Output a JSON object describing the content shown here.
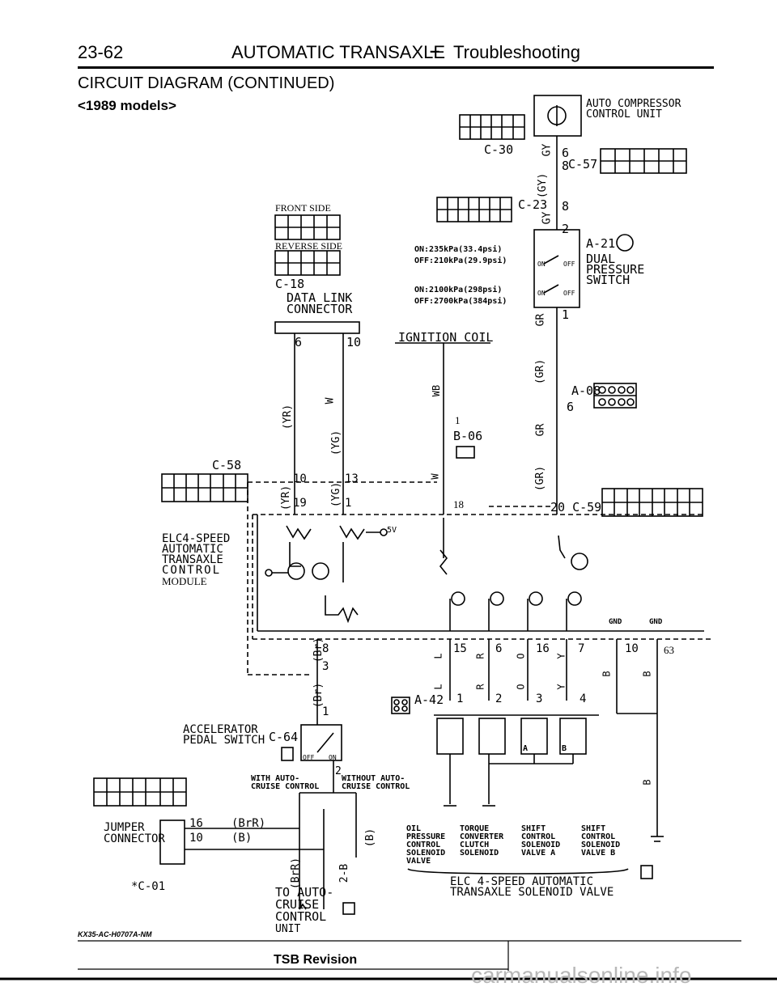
{
  "header": {
    "page_number": "23-62",
    "section": "AUTOMATIC TRANSAXLE",
    "dash": "–",
    "topic": "Troubleshooting"
  },
  "diagram_title": "CIRCUIT DIAGRAM (CONTINUED)",
  "model_note": "<1989 models>",
  "components": {
    "auto_compressor": [
      "AUTO COMPRESSOR",
      "CONTROL UNIT"
    ],
    "front_side": "FRONT SIDE",
    "reverse_side": "REVERSE SIDE",
    "data_link": [
      "DATA LINK",
      "CONNECTOR"
    ],
    "ignition_coil": "IGNITION COIL",
    "dual_pressure": [
      "DUAL",
      "PRESSURE",
      "SWITCH"
    ],
    "elc_module": [
      "ELC4-SPEED",
      "AUTOMATIC",
      "TRANSAXLE",
      "CONTROL",
      "MODULE"
    ],
    "accelerator": [
      "ACCELERATOR",
      "PEDAL SWITCH"
    ],
    "jumper": [
      "JUMPER",
      "CONNECTOR"
    ],
    "with_cruise": [
      "WITH AUTO-",
      "CRUISE CONTROL"
    ],
    "without_cruise": [
      "WITHOUT AUTO-",
      "CRUISE CONTROL"
    ],
    "to_auto_cruise": [
      "TO AUTO-",
      "CRUISE",
      "CONTROL",
      "UNIT"
    ],
    "solenoids": [
      [
        "OIL",
        "PRESSURE",
        "CONTROL",
        "SOLENOID",
        "VALVE"
      ],
      [
        "TORQUE",
        "CONVERTER",
        "CLUTCH",
        "SOLENOID"
      ],
      [
        "SHIFT",
        "CONTROL",
        "SOLENOID",
        "VALVE A"
      ],
      [
        "SHIFT",
        "CONTROL",
        "SOLENOID",
        "VALVE B"
      ]
    ],
    "elc_solenoid": [
      "ELC 4-SPEED AUTOMATIC",
      "TRANSAXLE SOLENOID VALVE"
    ],
    "gnd": "GND"
  },
  "connectors": {
    "c30": "C-30",
    "c57": "C-57",
    "c23": "C-23",
    "c18": "C-18",
    "a21": "A-21",
    "a08": "A-08",
    "b06": "B-06",
    "c58": "C-58",
    "c59": "C-59",
    "a42": "A-42",
    "c64": "C-64",
    "c01": "*C-01"
  },
  "pressure_specs": {
    "on1": "ON:235kPa(33.4psi)",
    "off1": "OFF:210kPa(29.9psi)",
    "on2": "ON:2100kPa(298psi)",
    "off2": "OFF:2700kPa(384psi)",
    "on": "ON",
    "off": "OFF"
  },
  "wires": {
    "gy": "GY",
    "gy_p": "(GY)",
    "gr": "GR",
    "gr_p": "(GR)",
    "yr_p": "(YR)",
    "w": "W",
    "yg_p": "(YG)",
    "wb": "WB",
    "br_p": "(Br)",
    "brr_p": "(BrR)",
    "b_p": "(B)",
    "b": "B",
    "l": "L",
    "r": "R",
    "o": "O",
    "y": "Y",
    "twob": "2-B",
    "five_v": "5V"
  },
  "jumper_pins": [
    "16",
    "(BrR)",
    "10",
    "(B)"
  ],
  "switch_labels": {
    "off": "OFF",
    "on": "ON"
  },
  "footer": {
    "code": "KX35-AC-H0707A-NM",
    "tsb": "TSB Revision",
    "watermark": "carmanualsonline.info"
  }
}
